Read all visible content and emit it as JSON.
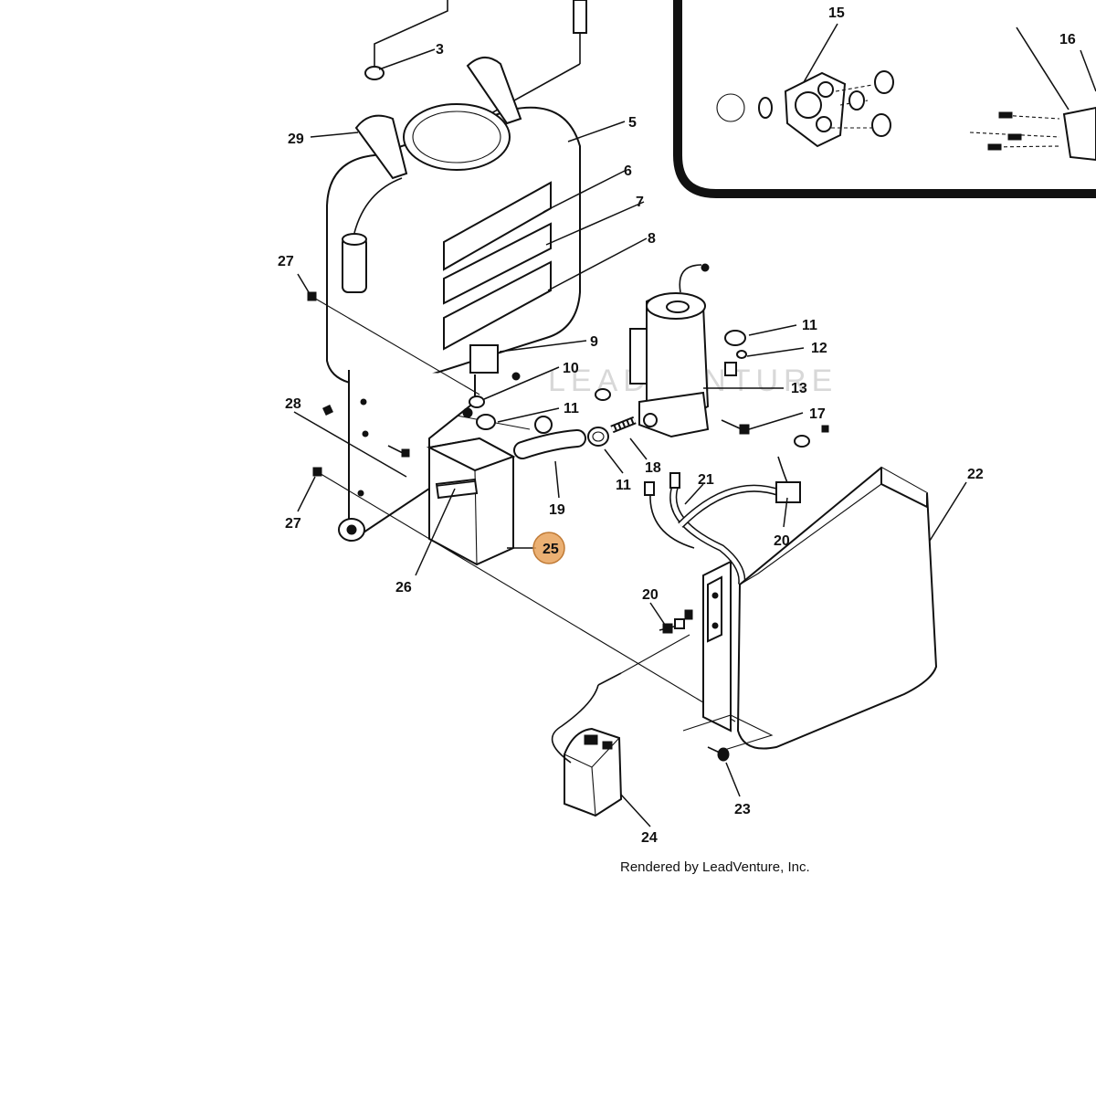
{
  "diagram": {
    "labels": [
      "3",
      "5",
      "6",
      "7",
      "8",
      "9",
      "10",
      "11",
      "12",
      "13",
      "15",
      "16",
      "17",
      "18",
      "19",
      "20",
      "21",
      "22",
      "23",
      "24",
      "25",
      "26",
      "27",
      "28",
      "29"
    ],
    "label_instances": {
      "p3": "3",
      "p5": "5",
      "p6": "6",
      "p7": "7",
      "p8": "8",
      "p9": "9",
      "p10": "10",
      "p11a": "11",
      "p11b": "11",
      "p11c": "11",
      "p12": "12",
      "p13": "13",
      "p15": "15",
      "p16": "16",
      "p17": "17",
      "p18": "18",
      "p19": "19",
      "p20a": "20",
      "p20b": "20",
      "p21": "21",
      "p22": "22",
      "p23": "23",
      "p24": "24",
      "p25": "25",
      "p26": "26",
      "p27a": "27",
      "p27b": "27",
      "p28": "28",
      "p29": "29"
    },
    "highlighted_part": "25",
    "highlight_color": "#e8a25a",
    "credit": "Rendered by LeadVenture, Inc.",
    "watermark": "LEADVENTURE"
  }
}
